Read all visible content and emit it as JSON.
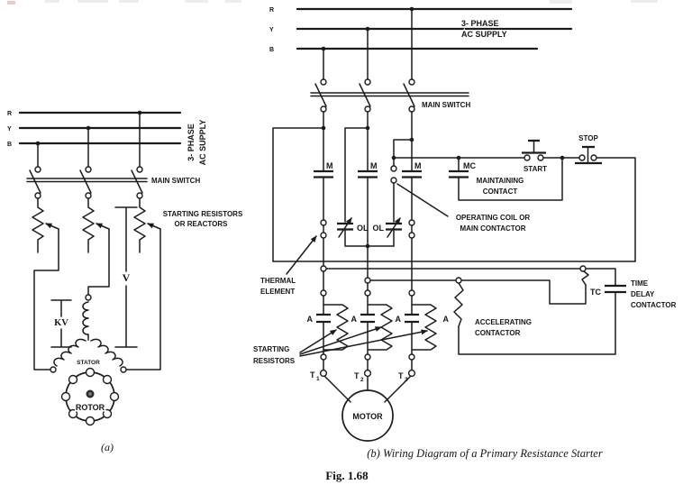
{
  "figure": {
    "caption_a": "(a)",
    "caption_b": "(b) Wiring Diagram of a Primary Resistance Starter",
    "fig_label": "Fig. 1.68"
  },
  "colors": {
    "ink": "#1b1b1b",
    "paper": "#ffffff"
  },
  "diagram_a": {
    "phases": [
      "R",
      "Y",
      "B"
    ],
    "supply1": "3- PHASE",
    "supply2": "AC SUPPLY",
    "main_switch": "MAIN SWITCH",
    "resistors1": "STARTING RESISTORS",
    "resistors2": "OR REACTORS",
    "kv": "KV",
    "v": "V",
    "stator": "STATOR",
    "rotor": "ROTOR"
  },
  "diagram_b": {
    "phases": [
      "R",
      "Y",
      "B"
    ],
    "supply1": "3- PHASE",
    "supply2": "AC SUPPLY",
    "main_switch": "MAIN SWITCH",
    "m": "M",
    "mc": "MC",
    "ol": "OL",
    "a": "A",
    "tc": "TC",
    "start": "START",
    "stop": "STOP",
    "maintaining1": "MAINTAINING",
    "maintaining2": "CONTACT",
    "operating1": "OPERATING COIL OR",
    "operating2": "MAIN CONTACTOR",
    "thermal1": "THERMAL",
    "thermal2": "ELEMENT",
    "resistors1": "STARTING",
    "resistors2": "RESISTORS",
    "accel1": "ACCELERATING",
    "accel2": "CONTACTOR",
    "delay1": "TIME",
    "delay2": "DELAY",
    "delay3": "CONTACTOR",
    "t": "T",
    "t_subs": [
      "1",
      "2",
      "3"
    ],
    "motor": "MOTOR"
  }
}
